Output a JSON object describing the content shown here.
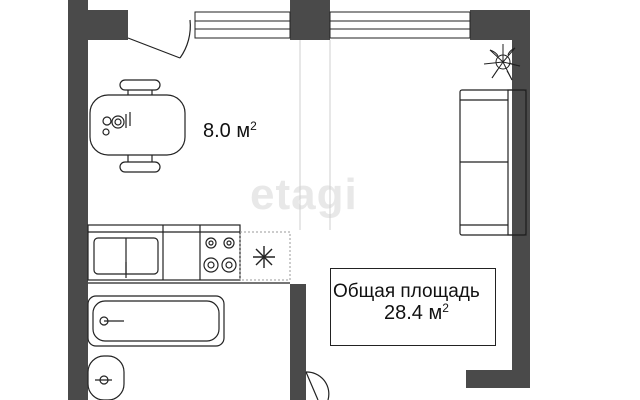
{
  "plan": {
    "watermark": "etagi",
    "kitchen_area": {
      "value": "8.0 м",
      "sup": "2"
    },
    "total_area": {
      "title": "Общая площадь",
      "value": "28.4 м",
      "sup": "2"
    },
    "colors": {
      "wall": "#4a4a4a",
      "line": "#222222",
      "background": "#ffffff"
    },
    "icons": [
      "snowflake-icon",
      "plant-icon"
    ]
  }
}
